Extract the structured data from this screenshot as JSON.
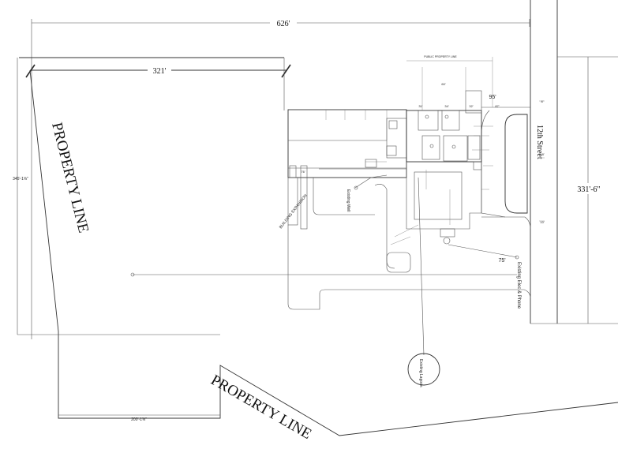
{
  "dimensions": {
    "overall_width": "626'",
    "north_frontage": "321'",
    "street_frontage": "331'-6\"",
    "left_side": "345'-1⅝\"",
    "bottom_side": "200'-1⅝\"",
    "building_offset": "75'",
    "small_95": "95'",
    "small_60": "60'",
    "small_8": "8'",
    "small_31": "31'",
    "small_34": "34'",
    "small_32": "32'",
    "small_87": "87'",
    "small_76": "76'",
    "small_10": "10'",
    "small_18": "18'"
  },
  "labels": {
    "property_line_west": "PROPERTY LINE",
    "property_line_south": "PROPERTY LINE",
    "street": "12th Street",
    "existing_well": "Existing Well",
    "building_expansion": "BUILDING EXPANSION",
    "existing_lagoon": "Existing Lagoon",
    "existing_utilities": "Existing Elec & Phone",
    "rowline": "PUBLIC PROPERTY LINE"
  },
  "colors": {
    "line": "#2a2a2a",
    "background": "#ffffff"
  }
}
